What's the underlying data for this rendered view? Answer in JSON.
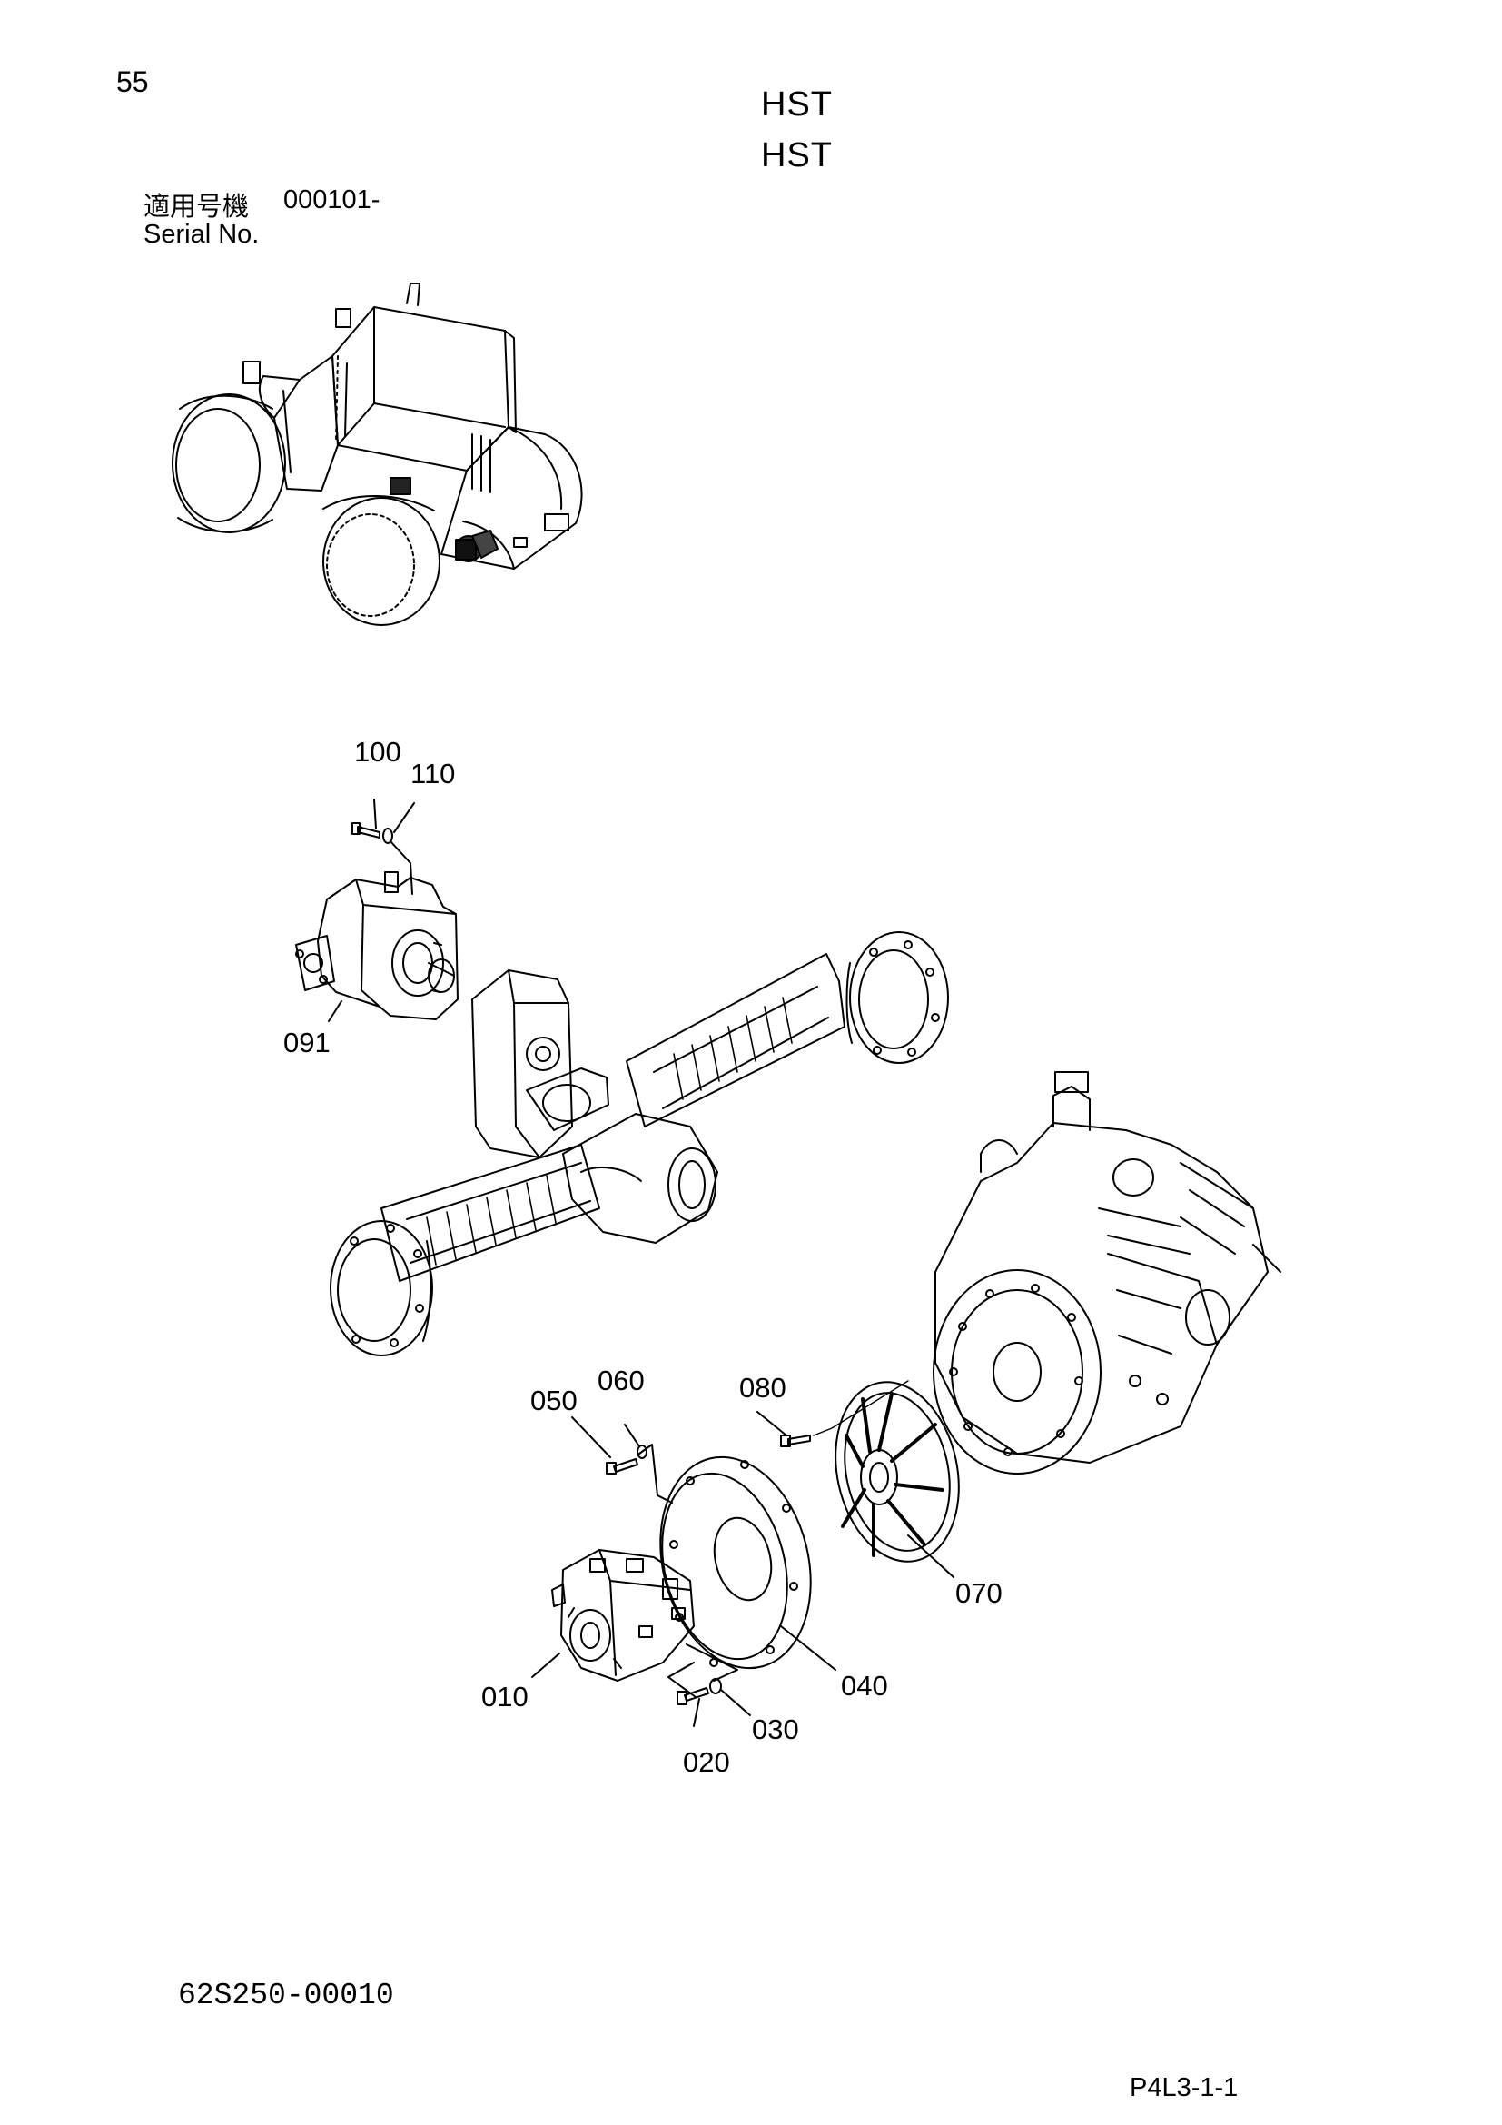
{
  "header": {
    "page_number": "55",
    "title_jp": "HST",
    "title_en": "HST",
    "serial_label_jp": "適用号機",
    "serial_value": "000101-",
    "serial_label_en": "Serial No."
  },
  "callouts": {
    "c100": "100",
    "c110": "110",
    "c091": "091",
    "c050": "050",
    "c060": "060",
    "c080": "080",
    "c070": "070",
    "c010": "010",
    "c040": "040",
    "c020": "020",
    "c030": "030"
  },
  "footer": {
    "drawing_number": "62S250-00010",
    "page_code": "P4L3-1-1"
  },
  "colors": {
    "line": "#000000",
    "background": "#ffffff"
  },
  "icons": [
    "machine-overview-illustration",
    "travel-motor-illustration",
    "axle-illustration",
    "engine-illustration",
    "hst-pump-illustration",
    "flywheel-housing-illustration",
    "coupling-illustration"
  ]
}
